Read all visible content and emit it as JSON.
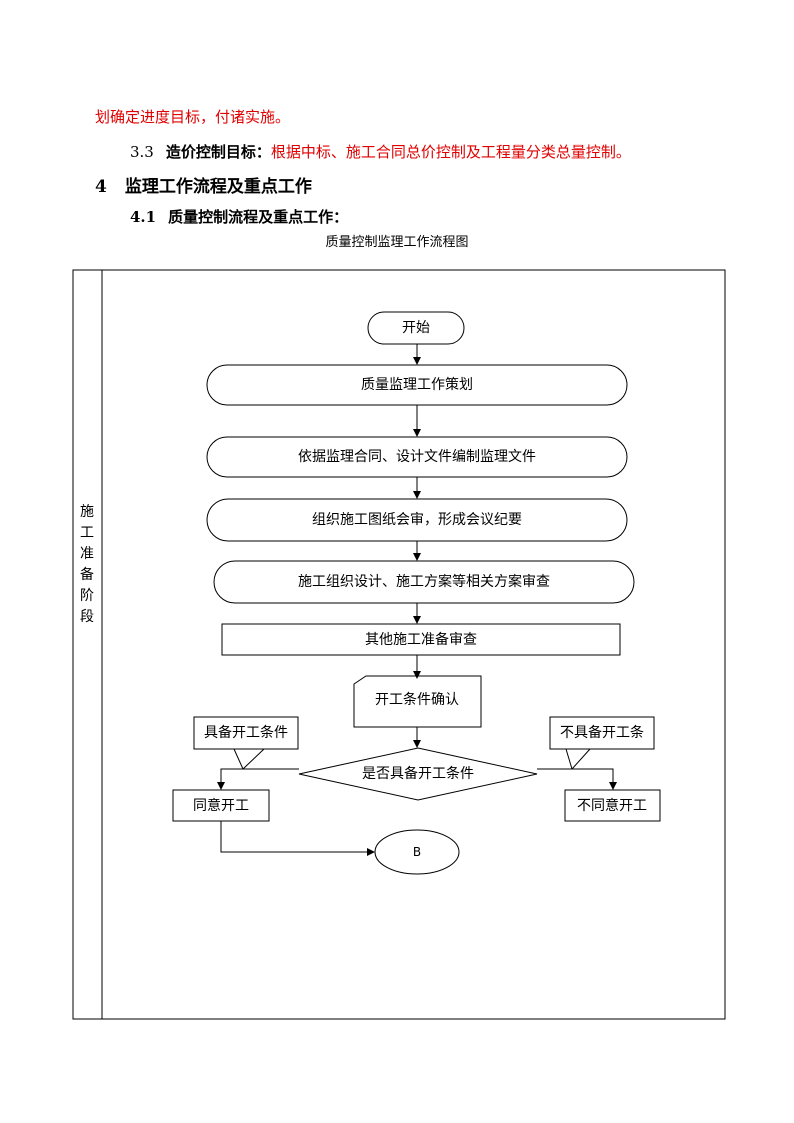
{
  "text": {
    "line1": "划确定进度目标，付诸实施。",
    "s33_num": "3.3",
    "s33_bold": "造价控制目标：",
    "s33_text": "根据中标、施工合同总价控制及工程量分类总量控制。",
    "s4_num": "4",
    "s4_title": "监理工作流程及重点工作",
    "s41_num": "4.1",
    "s41_title": "质量控制流程及重点工作：",
    "caption": "质量控制监理工作流程图"
  },
  "flow": {
    "stage": [
      "施",
      "工",
      "准",
      "备",
      "阶",
      "段"
    ],
    "start": "开始",
    "step1": "质量监理工作策划",
    "step2": "依据监理合同、设计文件编制监理文件",
    "step3": "组织施工图纸会审，形成会议纪要",
    "step4": "施工组织设计、施工方案等相关方案审查",
    "step5": "其他施工准备审查",
    "confirm": "开工条件确认",
    "decision": "是否具备开工条件",
    "yes_label": "具备开工条件",
    "no_label": "不具备开工条",
    "agree": "同意开工",
    "disagree": "不同意开工",
    "end": "B"
  }
}
